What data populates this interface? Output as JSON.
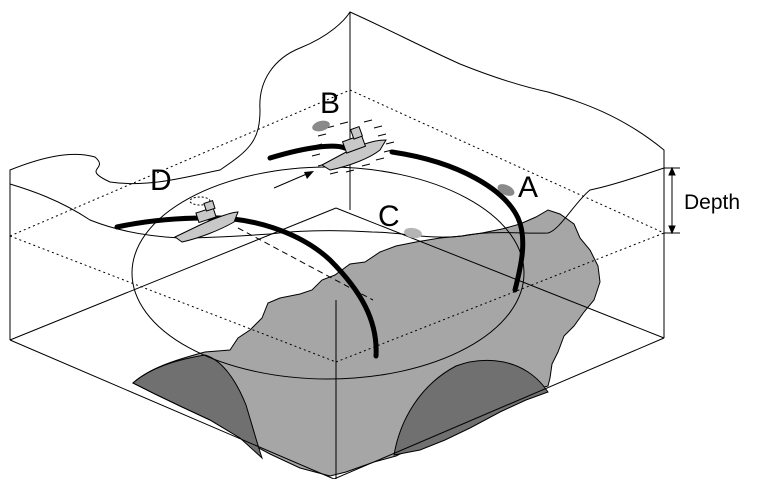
{
  "diagram": {
    "labels": {
      "a": "A",
      "b": "B",
      "c": "C",
      "d": "D",
      "depth": "Depth"
    },
    "colors": {
      "line": "#000000",
      "seabed": "#a6a6a6",
      "seabed_dark": "#707070",
      "ship": "#c8c8c8",
      "fish": "#8a8a8a",
      "background": "#ffffff"
    }
  }
}
